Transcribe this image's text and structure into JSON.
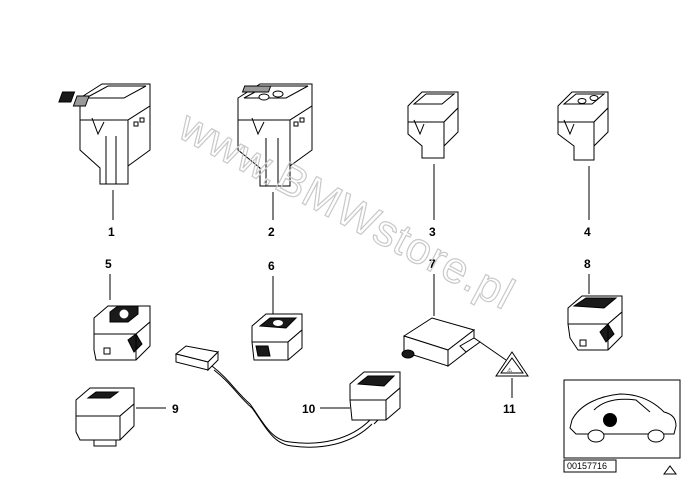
{
  "diagram": {
    "watermark": "www.BMWstore.pl",
    "part_number": "00157716",
    "callouts": [
      "1",
      "2",
      "3",
      "4",
      "5",
      "6",
      "7",
      "8",
      "9",
      "10",
      "11"
    ]
  }
}
